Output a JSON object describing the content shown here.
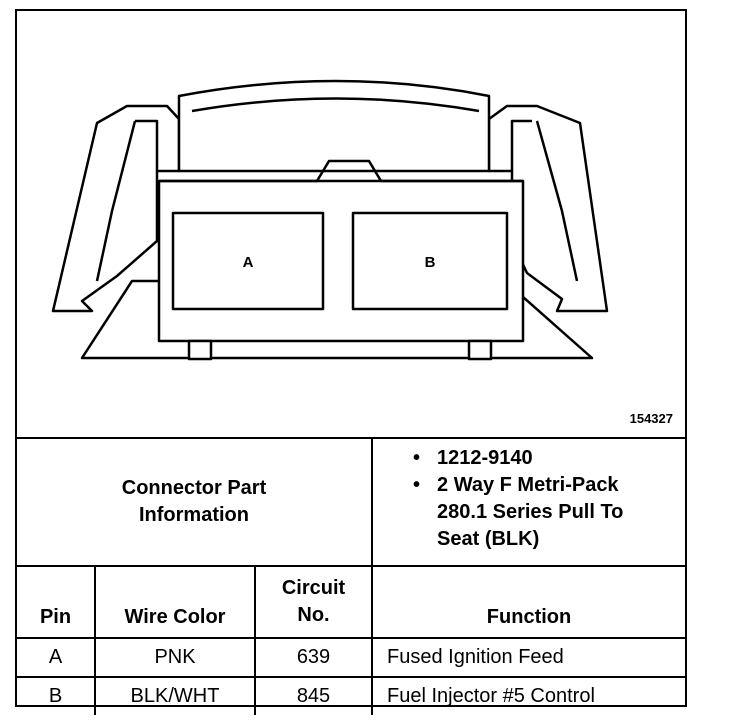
{
  "figure_id": "154327",
  "pins_in_diagram": [
    "A",
    "B"
  ],
  "connector_part_info": {
    "label_line1": "Connector Part",
    "label_line2": "Information",
    "bullet": "•",
    "part_number": "1212-9140",
    "description_line1": "2 Way F Metri-Pack",
    "description_line2": "280.1 Series Pull To",
    "description_line3": "Seat (BLK)"
  },
  "table": {
    "headers": {
      "pin": "Pin",
      "wire_color": "Wire Color",
      "circuit_line1": "Circuit",
      "circuit_line2": "No.",
      "function": "Function"
    },
    "rows": [
      {
        "pin": "A",
        "wire_color": "PNK",
        "circuit": "639",
        "function": "Fused Ignition Feed"
      },
      {
        "pin": "B",
        "wire_color": "BLK/WHT",
        "circuit": "845",
        "function": "Fuel Injector #5 Control"
      }
    ]
  }
}
